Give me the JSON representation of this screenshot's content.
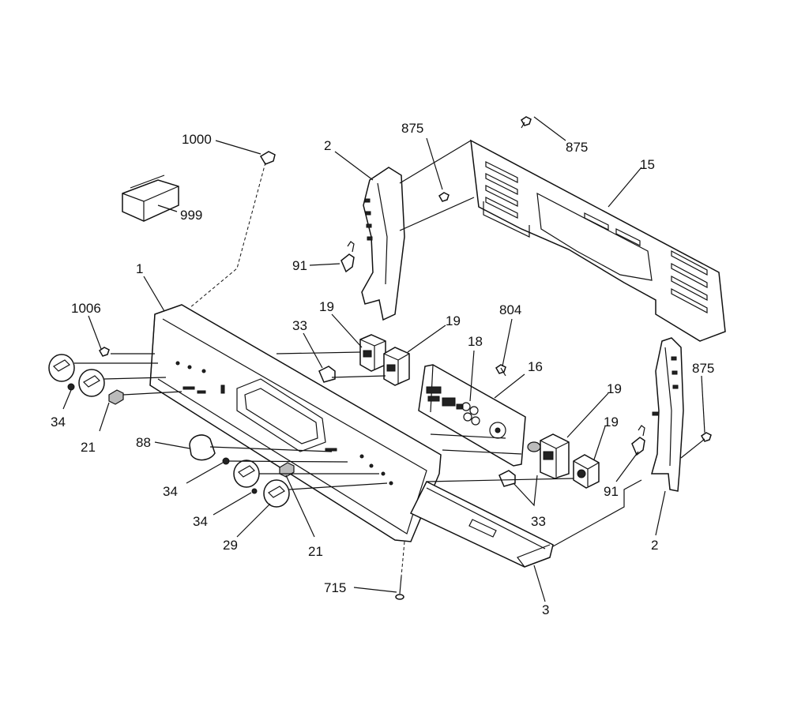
{
  "callouts": {
    "c1000": "1000",
    "c999": "999",
    "c2_top": "2",
    "c875_a": "875",
    "c875_b": "875",
    "c15": "15",
    "c91_left": "91",
    "c1": "1",
    "c1006": "1006",
    "c19_a": "19",
    "c19_b": "19",
    "c33_a": "33",
    "c804": "804",
    "c18": "18",
    "c16": "16",
    "c875_c": "875",
    "c19_c": "19",
    "c19_d": "19",
    "c34_a": "34",
    "c21_a": "21",
    "c88": "88",
    "c34_b": "34",
    "c34_c": "34",
    "c29": "29",
    "c21_b": "21",
    "c91_right": "91",
    "c33_b": "33",
    "c2_bottom": "2",
    "c715": "715",
    "c3": "3"
  }
}
